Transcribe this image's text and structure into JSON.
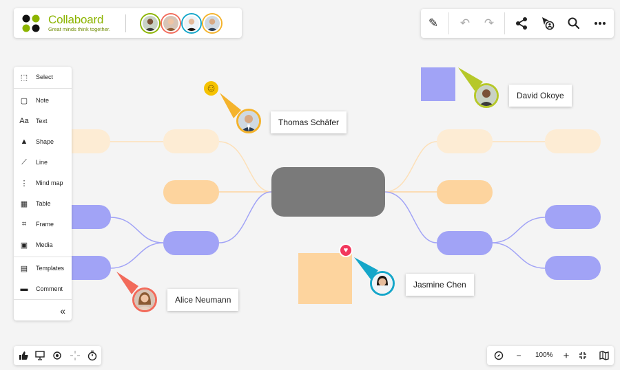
{
  "header": {
    "logo_title": "Collaboard",
    "logo_subtitle": "Great minds think together."
  },
  "participants": [
    {
      "name": "David Okoye",
      "ring": "#8cb400"
    },
    {
      "name": "Alice Neumann",
      "ring": "#f26b5b"
    },
    {
      "name": "Jasmine Chen",
      "ring": "#15a6c9"
    },
    {
      "name": "Thomas Schäfer",
      "ring": "#f4b32c"
    }
  ],
  "top_toolbar": [
    {
      "name": "pen-icon",
      "glyph": "✎",
      "disabled": false
    },
    {
      "name": "undo-icon",
      "glyph": "↶",
      "disabled": true
    },
    {
      "name": "redo-icon",
      "glyph": "↷",
      "disabled": true
    },
    {
      "name": "share-icon",
      "glyph": "⋲",
      "disabled": false
    },
    {
      "name": "follow-cursor-icon",
      "glyph": "⌖",
      "disabled": false
    },
    {
      "name": "search-icon",
      "glyph": "⌕",
      "disabled": false
    },
    {
      "name": "more-icon",
      "glyph": "•••",
      "disabled": false
    }
  ],
  "tools": [
    {
      "label": "Select",
      "icon": "select-icon",
      "glyph": "⬚"
    },
    {
      "label": "Note",
      "icon": "note-icon",
      "glyph": "▢"
    },
    {
      "label": "Text",
      "icon": "text-icon",
      "glyph": "Aa"
    },
    {
      "label": "Shape",
      "icon": "shape-icon",
      "glyph": "▲"
    },
    {
      "label": "Line",
      "icon": "line-icon",
      "glyph": "⟋"
    },
    {
      "label": "Mind map",
      "icon": "mind-map-icon",
      "glyph": "⋮"
    },
    {
      "label": "Table",
      "icon": "table-icon",
      "glyph": "▦"
    },
    {
      "label": "Frame",
      "icon": "frame-icon",
      "glyph": "⌗"
    },
    {
      "label": "Media",
      "icon": "media-icon",
      "glyph": "▣"
    },
    {
      "label": "Templates",
      "icon": "templates-icon",
      "glyph": "▤"
    },
    {
      "label": "Comment",
      "icon": "comment-icon",
      "glyph": "▬"
    }
  ],
  "bottom_left": [
    {
      "name": "like-icon",
      "glyph": "👍"
    },
    {
      "name": "present-icon",
      "glyph": "⊡"
    },
    {
      "name": "focus-icon",
      "glyph": "◉"
    },
    {
      "name": "laser-icon",
      "glyph": "✥"
    },
    {
      "name": "timer-icon",
      "glyph": "⏱"
    }
  ],
  "bottom_right": {
    "zoom": "100%",
    "compass_glyph": "◎",
    "minus_glyph": "−",
    "plus_glyph": "+",
    "fit_glyph": "⤧",
    "map_glyph": "▥"
  },
  "collaborators": [
    {
      "name": "Thomas Schäfer",
      "color": "#f4b32c"
    },
    {
      "name": "David Okoye",
      "color": "#b6c829"
    },
    {
      "name": "Jasmine Chen",
      "color": "#15a6c9"
    },
    {
      "name": "Alice Neumann",
      "color": "#f26b5b"
    }
  ],
  "colors": {
    "center_node": "#7a7a7a",
    "orange_light": "#fdecd4",
    "orange": "#fdd49e",
    "purple": "#a1a3f6",
    "sticky_orange": "#fdd49e",
    "sticky_purple": "#a1a3f6",
    "emoji": "#f5c200",
    "heart": "#f2375c"
  },
  "reactions": {
    "emoji": "☺",
    "heart": "♥"
  }
}
